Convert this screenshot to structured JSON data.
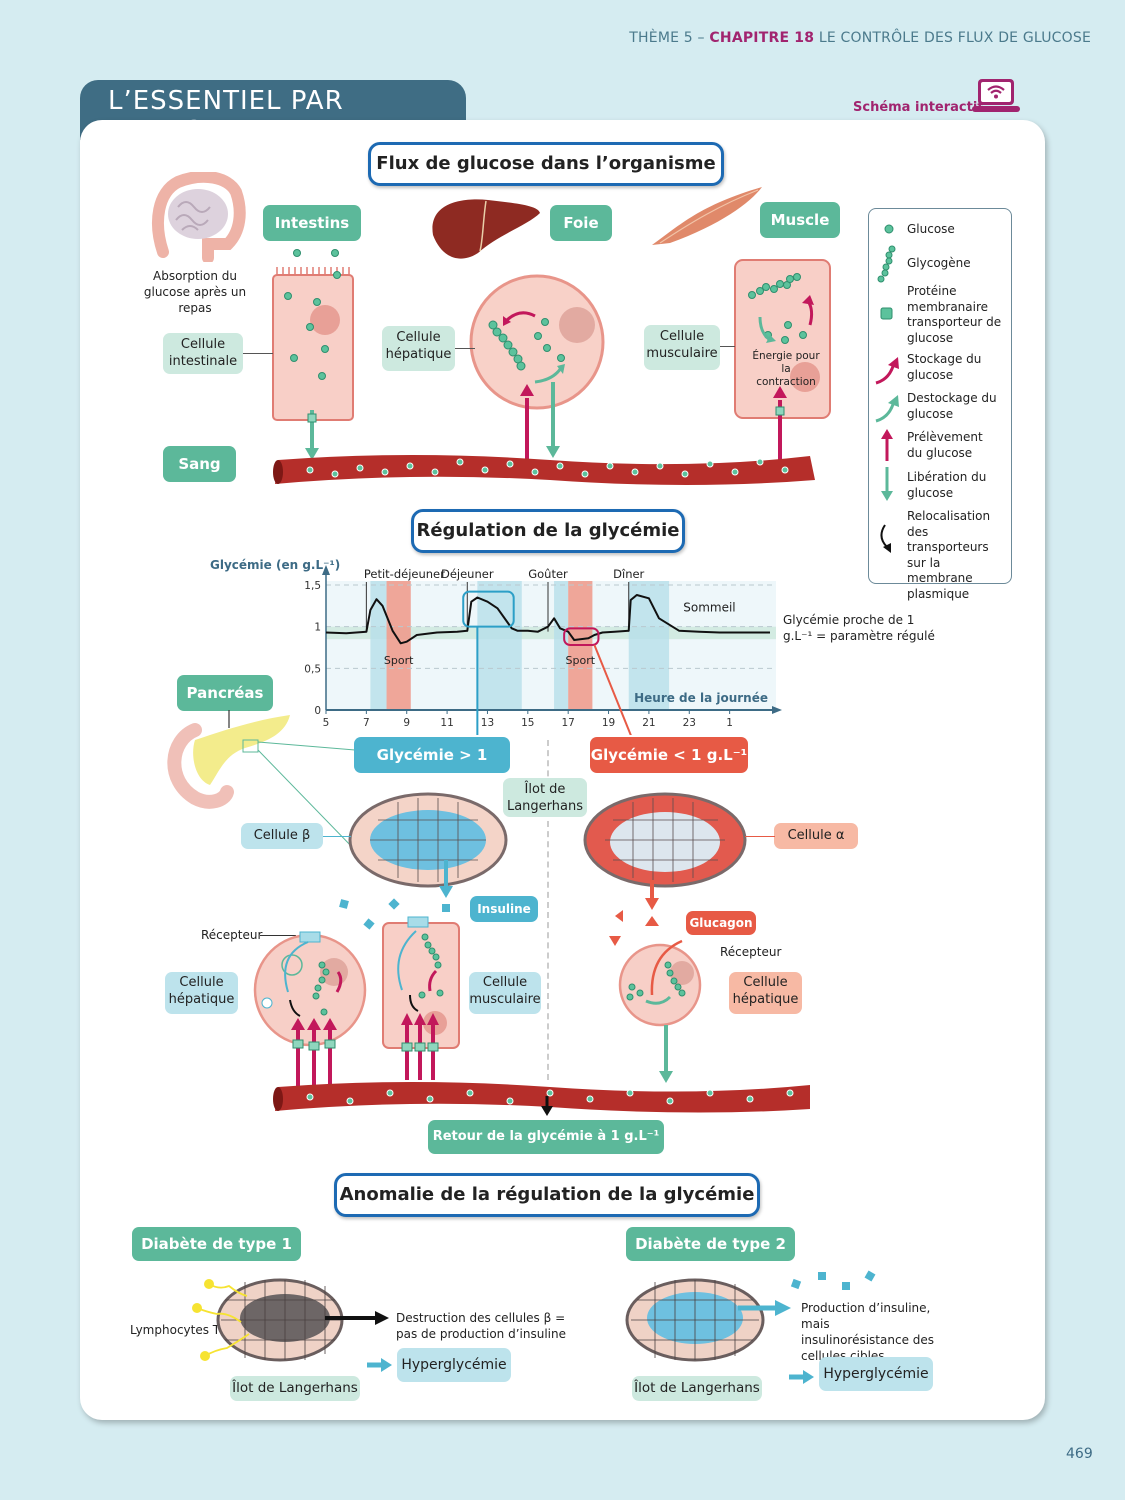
{
  "header": {
    "theme": "THÈME 5 –",
    "chapter": "CHAPITRE 18",
    "chapter_title": "LE CONTRÔLE DES FLUX DE GLUCOSE"
  },
  "section_tab": "L’ESSENTIEL PAR L’IMAGE",
  "interactive_link": {
    "label": "Schéma interactif",
    "icon": "laptop-wifi-icon"
  },
  "colors": {
    "accent": "#a1246f",
    "green": "#5cb89a",
    "title_border": "#1d6ab3",
    "blue": "#52b6cf",
    "red": "#e75a45",
    "blood": "#b52e2a"
  },
  "flux": {
    "title": "Flux de glucose dans l’organisme",
    "organs": [
      "Intestins",
      "Foie",
      "Muscle"
    ],
    "absorption_note": "Absorption du glucose après un repas",
    "cells": {
      "intestinal": "Cellule intestinale",
      "hepatic": "Cellule hépatique",
      "muscular": "Cellule musculaire"
    },
    "energy_note": "Énergie pour la contraction",
    "blood": "Sang"
  },
  "legend": {
    "items": [
      {
        "icon": "glucose-dot-icon",
        "label": "Glucose"
      },
      {
        "icon": "glycogen-chain-icon",
        "label": "Glycogène"
      },
      {
        "icon": "transporter-protein-icon",
        "label": "Protéine membranaire transporteur de glucose"
      },
      {
        "icon": "storage-arrow-icon",
        "label": "Stockage du glucose"
      },
      {
        "icon": "destorage-arrow-icon",
        "label": "Destockage du glucose"
      },
      {
        "icon": "uptake-arrow-icon",
        "label": "Prélèvement du glucose"
      },
      {
        "icon": "release-arrow-icon",
        "label": "Libération du glucose"
      },
      {
        "icon": "relocation-arrow-icon",
        "label": "Relocalisation des transporteurs sur la membrane plasmique"
      }
    ]
  },
  "regulation": {
    "title": "Régulation de la glycémie",
    "pancreas": "Pancréas",
    "high": "Glycémie > 1 g.L⁻¹",
    "low": "Glycémie < 1 g.L⁻¹",
    "islet": "Îlot de Langerhans",
    "beta_cell": "Cellule β",
    "alpha_cell": "Cellule α",
    "insulin": "Insuline",
    "glucagon": "Glucagon",
    "receptor": "Récepteur",
    "hepatic_cell": "Cellule hépatique",
    "muscular_cell": "Cellule musculaire",
    "return": "Retour de la glycémie à 1 g.L⁻¹"
  },
  "chart_data": {
    "type": "line",
    "title": "",
    "ylabel": "Glycémie (en g.L⁻¹)",
    "xlabel": "Heure de la journée",
    "ylim": [
      0,
      1.5
    ],
    "yticks": [
      "0",
      "0,5",
      "1",
      "1,5"
    ],
    "xticks": [
      "5",
      "7",
      "9",
      "11",
      "13",
      "15",
      "17",
      "19",
      "21",
      "23",
      "1"
    ],
    "x_hours": [
      5,
      6,
      6.5,
      7,
      7.2,
      7.5,
      7.8,
      8.3,
      8.7,
      9,
      9.5,
      10.5,
      11.5,
      12,
      12.2,
      12.5,
      13,
      13.5,
      14,
      14.2,
      14.5,
      15,
      15.5,
      16,
      16.3,
      16.6,
      17,
      17.3,
      17.6,
      18,
      18.3,
      18.7,
      19.3,
      20,
      20.1,
      20.4,
      21,
      21.5,
      22.5,
      23.5,
      24.5,
      25.5,
      26.5,
      27
    ],
    "glycemia": [
      0.93,
      0.92,
      0.93,
      0.94,
      1.2,
      1.33,
      1.25,
      0.95,
      0.8,
      0.82,
      0.9,
      0.93,
      0.94,
      0.95,
      1.3,
      1.35,
      1.3,
      1.22,
      1.05,
      0.98,
      0.95,
      0.95,
      0.94,
      1.0,
      1.1,
      0.98,
      0.94,
      0.84,
      0.85,
      0.86,
      0.9,
      0.93,
      0.94,
      0.95,
      1.32,
      1.38,
      1.34,
      1.1,
      0.95,
      0.94,
      0.93,
      0.93,
      0.93,
      0.93
    ],
    "reference_band": [
      0.85,
      1.0
    ],
    "meals": [
      {
        "label": "Petit-déjeuner",
        "hour": 7
      },
      {
        "label": "Déjeuner",
        "hour": 12
      },
      {
        "label": "Goûter",
        "hour": 16
      },
      {
        "label": "Dîner",
        "hour": 20
      }
    ],
    "meal_periods": [
      [
        7.2,
        8
      ],
      [
        12.5,
        14.7
      ],
      [
        16.3,
        17
      ],
      [
        20,
        22
      ]
    ],
    "sport_periods": [
      {
        "label": "Sport",
        "range": [
          8,
          9.2
        ]
      },
      {
        "label": "Sport",
        "range": [
          17,
          18.2
        ]
      }
    ],
    "sleep_label": "Sommeil",
    "annotation": "Glycémie proche de 1 g.L⁻¹ = paramètre régulé"
  },
  "anomaly": {
    "title": "Anomalie de la régulation de la glycémie",
    "type1": {
      "title": "Diabète de type 1",
      "lymphocytes": "Lymphocytes T",
      "effect": "Destruction des cellules β = pas de production d’insuline",
      "result": "Hyperglycémie",
      "islet": "Îlot de Langerhans"
    },
    "type2": {
      "title": "Diabète de type 2",
      "effect": "Production d’insuline, mais insulinorésistance des cellules cibles",
      "result": "Hyperglycémie",
      "islet": "Îlot de Langerhans"
    }
  },
  "page_number": "469"
}
